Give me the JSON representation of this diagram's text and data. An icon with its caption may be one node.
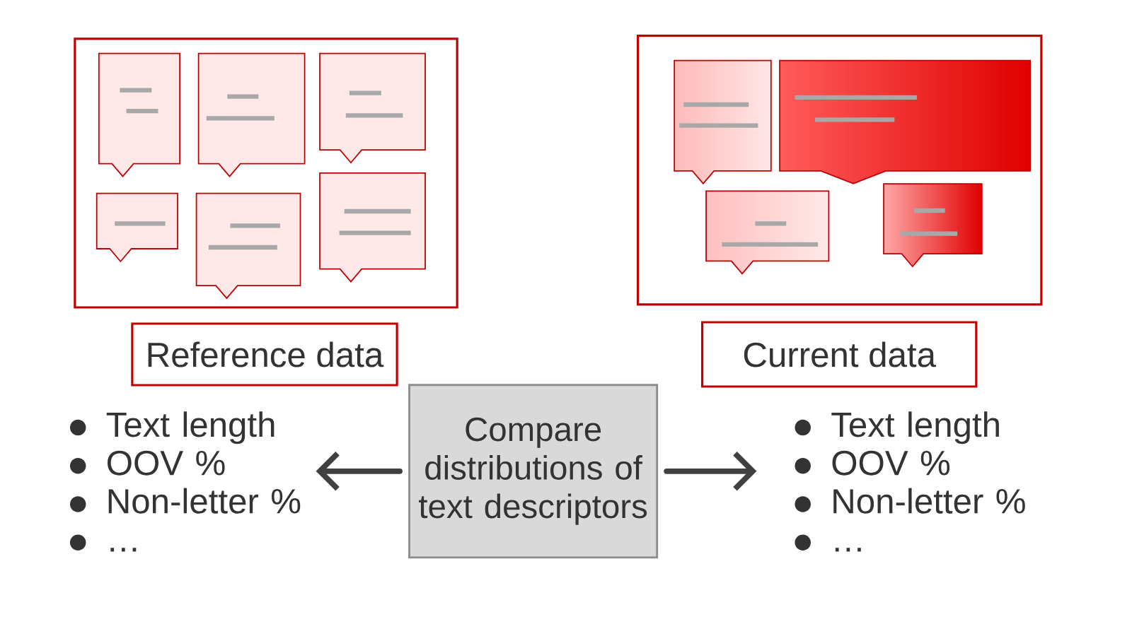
{
  "diagram": {
    "nodes": [
      {
        "text": [],
        "shape": "box"
      },
      {
        "text": [],
        "shape": "box"
      },
      {
        "text": [
          "Reference data"
        ]
      },
      {
        "text": [
          "Current data"
        ]
      },
      {
        "text": [
          "Compare distributions of text descriptors"
        ]
      },
      {
        "text": [
          "Text length",
          "OOV %",
          "Non-letter %",
          "…"
        ]
      },
      {
        "text": [
          "Text length",
          "OOV %",
          "Non-letter %",
          "…"
        ]
      }
    ],
    "edges": [
      {
        "from": 4,
        "to": 5,
        "arrow": "to"
      },
      {
        "from": 4,
        "to": 6,
        "arrow": "to"
      }
    ]
  }
}
